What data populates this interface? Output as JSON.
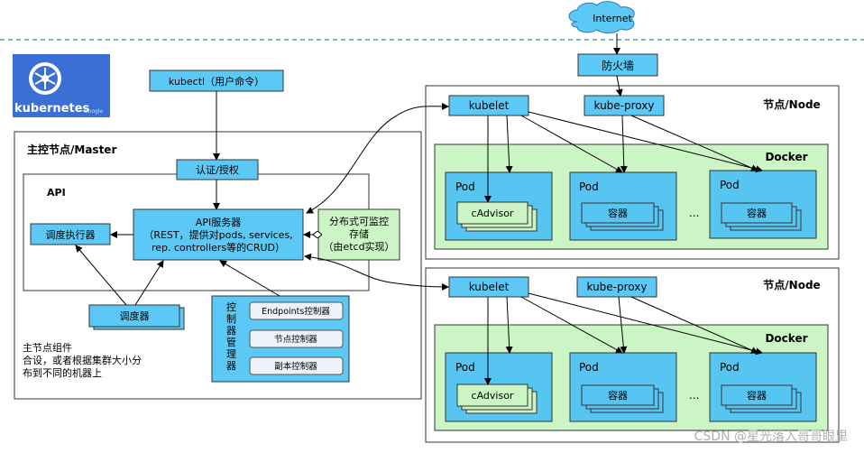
{
  "internet": {
    "label": "Internet"
  },
  "firewall": {
    "label": "防火墙"
  },
  "logo": {
    "text": "kubernetes",
    "sub": "Google"
  },
  "kubectl": {
    "label": "kubectl（用户命令）"
  },
  "master": {
    "title": "主控节点/Master",
    "auth": "认证/授权",
    "api_title": "API",
    "scheduler_exec": "调度执行器",
    "api_server": [
      "API服务器",
      "（REST，提供对pods, services,",
      "rep. controllers等的CRUD）"
    ],
    "etcd": [
      "分布式可监控",
      "存储",
      "（由etcd实现）"
    ],
    "scheduler": "调度器",
    "controller_manager_label": "控制器管理器",
    "controllers": [
      "Endpoints控制器",
      "节点控制器",
      "副本控制器"
    ],
    "note": [
      "主节点组件",
      "合设，或者根据集群大小分",
      "布到不同的机器上"
    ]
  },
  "nodes": [
    {
      "title": "节点/Node",
      "kubelet": "kubelet",
      "kube_proxy": "kube-proxy",
      "docker": "Docker",
      "pods": [
        {
          "label": "Pod",
          "inner": "cAdvisor"
        },
        {
          "label": "Pod",
          "inner": "容器"
        },
        {
          "label": "Pod",
          "inner": "容器"
        }
      ],
      "ellipsis": "..."
    },
    {
      "title": "节点/Node",
      "kubelet": "kubelet",
      "kube_proxy": "kube-proxy",
      "docker": "Docker",
      "pods": [
        {
          "label": "Pod",
          "inner": "cAdvisor"
        },
        {
          "label": "Pod",
          "inner": "容器"
        },
        {
          "label": "Pod",
          "inner": "容器"
        }
      ],
      "ellipsis": "..."
    }
  ],
  "watermark": "CSDN @星光落入哥哥眼里",
  "colors": {
    "blue_box": "#5bc8f5",
    "pod_box": "#57c5f2",
    "green_box": "#ccf5c5",
    "line": "#000000",
    "dashed": "#47a8a8"
  }
}
